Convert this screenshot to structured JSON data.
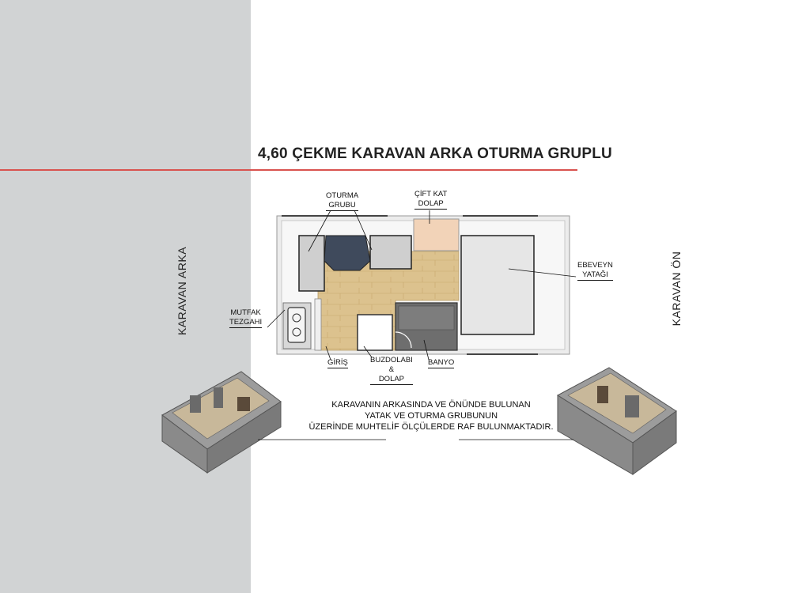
{
  "title": "4,60 ÇEKME KARAVAN ARKA OTURMA GRUPLU",
  "side_labels": {
    "rear": "KARAVAN ARKA",
    "front": "KARAVAN ÖN"
  },
  "labels": {
    "oturma_grubu": [
      "OTURMA",
      "GRUBU"
    ],
    "cift_kat_dolap": [
      "ÇİFT KAT",
      "DOLAP"
    ],
    "ebeveyn_yatagi": [
      "EBEVEYN",
      "YATAĞI"
    ],
    "mutfak_tezgahi": [
      "MUTFAK",
      "TEZGAHI"
    ],
    "giris": "GİRİŞ",
    "buzdolabi": [
      "BUZDOLABI",
      "&",
      "DOLAP"
    ],
    "banyo": "BANYO"
  },
  "note": [
    "KARAVANIN ARKASINDA VE ÖNÜNDE BULUNAN",
    "YATAK VE OTURMA GRUBUNUN",
    "ÜZERİNDE MUHTELİF ÖLÇÜLERDE RAF BULUNMAKTADIR."
  ],
  "colors": {
    "accent_line": "#d9534f",
    "left_panel": "#d1d3d4",
    "floor_wood": "#d9bd86",
    "cabinet": "#f2d3b8",
    "seat_dark": "#3f4a5c",
    "bathroom": "#6e6e6e"
  }
}
